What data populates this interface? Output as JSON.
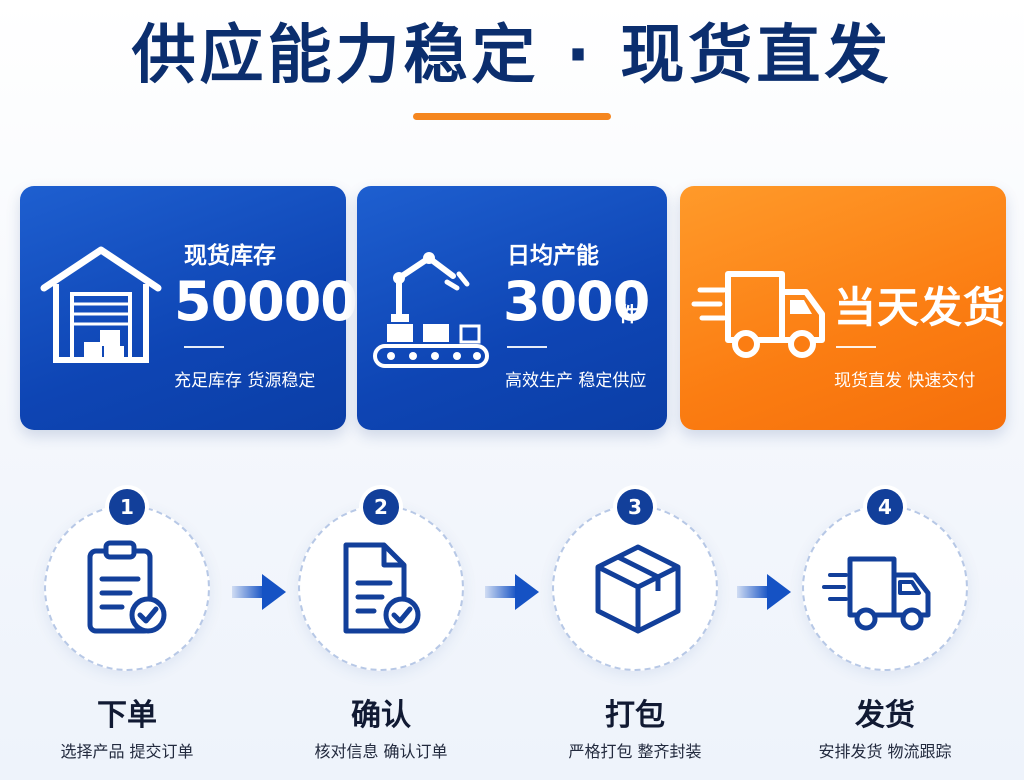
{
  "header": {
    "title": "供应能力稳定 · 现货直发",
    "accent_color": "#f5861f"
  },
  "cards": [
    {
      "id": "stock",
      "label": "现货库存",
      "value": "50000+",
      "description": "充足库存 货源稳定",
      "icon": "warehouse-icon",
      "color": "#1552c4"
    },
    {
      "id": "capacity",
      "label": "日均产能",
      "value": "3000",
      "unit": "件",
      "description": "高效生产 稳定供应",
      "icon": "robot-arm-conveyor-icon",
      "color": "#1552c4"
    },
    {
      "id": "ship",
      "label": "当天发货",
      "description": "现货直发 快速交付",
      "icon": "delivery-truck-icon",
      "color": "#fb7d12"
    }
  ],
  "steps": [
    {
      "number": "1",
      "title": "下单",
      "description": "选择产品 提交订单",
      "icon": "clipboard-check-icon"
    },
    {
      "number": "2",
      "title": "确认",
      "description": "核对信息 确认订单",
      "icon": "document-check-icon"
    },
    {
      "number": "3",
      "title": "打包",
      "description": "严格打包 整齐封装",
      "icon": "package-box-icon"
    },
    {
      "number": "4",
      "title": "发货",
      "description": "安排发货 物流跟踪",
      "icon": "delivery-truck-icon"
    }
  ],
  "colors": {
    "primary": "#123f9a",
    "navy_text": "#0b2e6e"
  }
}
